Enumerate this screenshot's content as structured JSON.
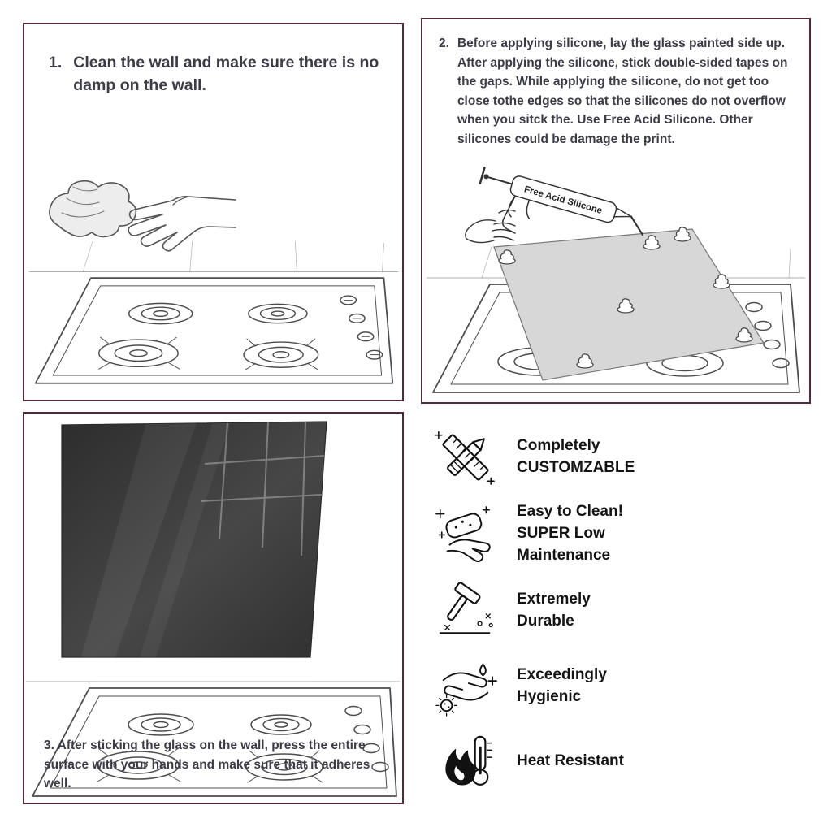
{
  "colors": {
    "panel_border": "#4e2a3b",
    "step_text": "#3c3c47",
    "feature_text": "#141414",
    "glass_light": "#d7d7d7",
    "glass_dark": "#3a3a3a"
  },
  "step1": {
    "number": "1.",
    "text": "Clean the wall and make sure there is no damp on the wall."
  },
  "step2": {
    "number": "2.",
    "text": "Before applying silicone, lay the glass painted side up. After applying the silicone, stick double-sided tapes on the gaps. While applying the silicone, do not get too close tothe edges so that the silicones do not overflow when you sitck the. Use Free Acid Silicone. Other silicones could be damage the print.",
    "silicone_label": "Free Acid Silicone"
  },
  "step3": {
    "text": "3. After sticking the glass on the wall, press the entire surface with your hands and make sure that it adheres well."
  },
  "features": [
    {
      "icon": "pencil-ruler-icon",
      "label": "Completely\nCUSTOMZABLE"
    },
    {
      "icon": "sponge-hand-icon",
      "label": "Easy to Clean!\nSUPER Low\nMaintenance"
    },
    {
      "icon": "hammer-icon",
      "label": "Extremely\nDurable"
    },
    {
      "icon": "washing-hands-icon",
      "label": "Exceedingly\nHygienic"
    },
    {
      "icon": "flame-thermometer-icon",
      "label": "Heat Resistant"
    }
  ]
}
